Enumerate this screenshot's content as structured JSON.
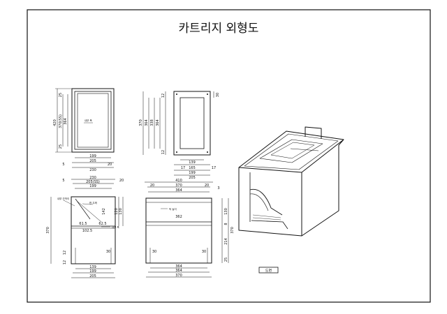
{
  "drawing": {
    "title": "카트리지 외형도",
    "stamp_label": "도면"
  },
  "dims": {
    "top_view": {
      "outer_h": "420",
      "inner_h": "370",
      "inner_h2": "364",
      "mid_h": "370(SS)",
      "top_gap": "25",
      "bottom_gap": "25",
      "w1": "199",
      "w2": "205",
      "w3": "230",
      "left5": "5",
      "right20": "20",
      "note": "내부 폭"
    },
    "front_view": {
      "right30": "30",
      "h370": "370",
      "h364": "364",
      "h338": "338",
      "h364b": "364",
      "top12": "12",
      "bot12": "12",
      "w139": "139",
      "w17a": "17",
      "w165": "165",
      "w17b": "17",
      "w199": "199",
      "w205": "205"
    },
    "side_view": {
      "w230": "230",
      "w205": "205(SS)",
      "w199": "199",
      "left5": "5",
      "right20": "20",
      "h370": "370",
      "h142": "142",
      "h120": "120",
      "h130": "130",
      "d61": "61.5",
      "d62": "62.5",
      "d1025": "102.5",
      "b12a": "12",
      "b12b": "12",
      "b30": "30",
      "w139": "139",
      "w199b": "199",
      "w205b": "205",
      "note1": "내부 칸막이",
      "note2": "판 두께",
      "note3": "내부 폭"
    },
    "long_view": {
      "w410": "410",
      "w370": "370",
      "w364": "364",
      "l20": "20",
      "r20": "20",
      "r3": "3",
      "h130": "130",
      "h8": "8",
      "h214": "214",
      "h370": "370",
      "h25": "25",
      "w362": "362",
      "b30a": "30",
      "b30b": "30",
      "w364b": "364",
      "w364c": "364",
      "w370b": "370",
      "note": "턱 높이"
    }
  }
}
